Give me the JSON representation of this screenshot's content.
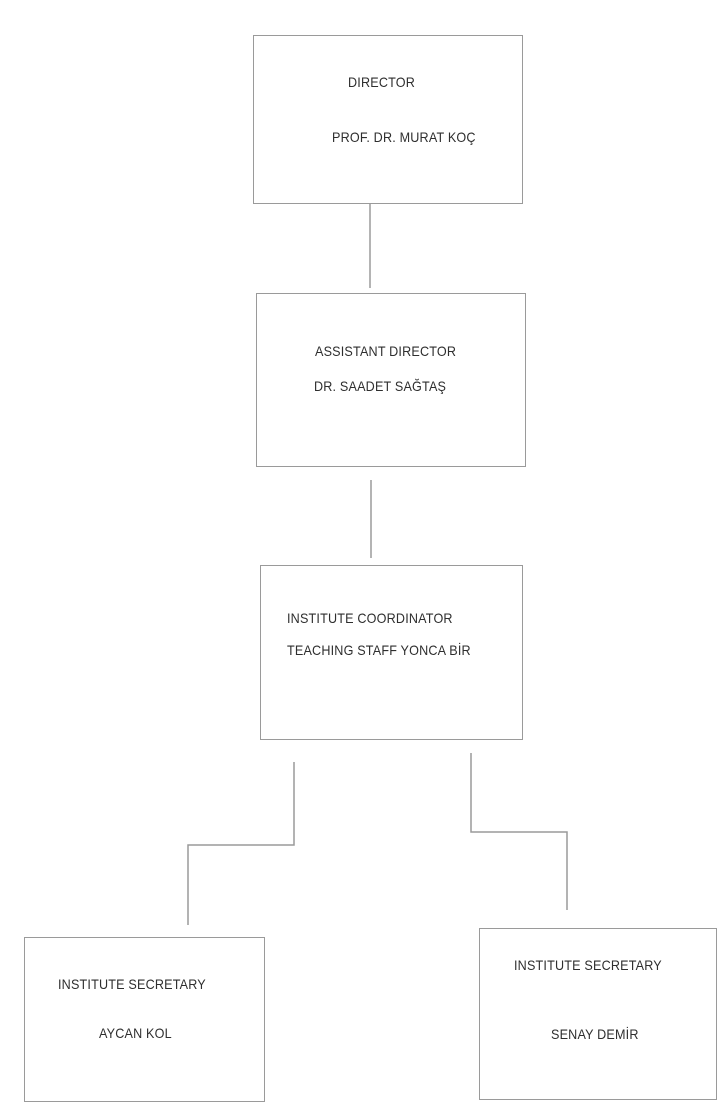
{
  "nodes": {
    "director": {
      "title": "DIRECTOR",
      "name": "PROF. DR. MURAT KOÇ"
    },
    "assistant_director": {
      "title": "ASSISTANT DIRECTOR",
      "name": "DR. SAADET SAĞTAŞ"
    },
    "coordinator": {
      "title": "INSTITUTE  COORDINATOR",
      "name": "TEACHING STAFF YONCA BİR"
    },
    "secretary_left": {
      "title": "INSTITUTE  SECRETARY",
      "name": "AYCAN KOL"
    },
    "secretary_right": {
      "title": "INSTITUTE  SECRETARY",
      "name": "SENAY DEMİR"
    }
  }
}
